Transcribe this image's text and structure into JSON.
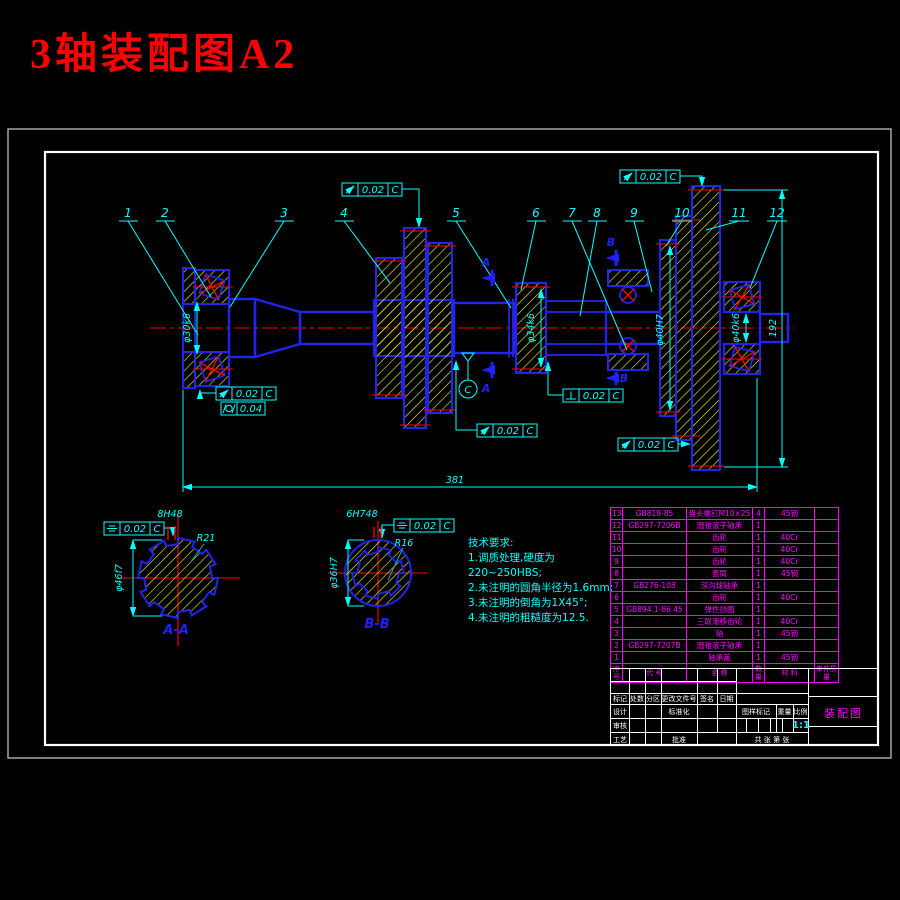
{
  "title": {
    "text": "3轴装配图A2"
  },
  "colors": {
    "outline_blue": "#2323ee",
    "hatch_yellow": "#ffff00",
    "annotation_cyan": "#00ffff",
    "centerline_red": "#ff0000",
    "table_magenta": "#ff00ff",
    "frame_white": "#ffffff",
    "title_red": "#ff0000"
  },
  "main_view": {
    "balloons": [
      "1",
      "2",
      "3",
      "4",
      "5",
      "6",
      "7",
      "8",
      "9",
      "10",
      "11",
      "12"
    ],
    "cut_a": "A",
    "cut_b": "B",
    "datum": "C"
  },
  "tolerance_frames": [
    {
      "symbol": "circular-runout",
      "value": "0.02",
      "datum": "C"
    },
    {
      "symbol": "circular-runout",
      "value": "0.02",
      "datum": "C"
    },
    {
      "symbol": "circular-runout",
      "value": "0.02",
      "datum": "C"
    },
    {
      "symbol": "cylindricity",
      "value": "0.04",
      "datum": ""
    },
    {
      "symbol": "circular-runout",
      "value": "0.02",
      "datum": "C"
    },
    {
      "symbol": "perpendicularity",
      "value": "0.02",
      "datum": "C"
    },
    {
      "symbol": "circular-runout",
      "value": "0.02",
      "datum": "C"
    },
    {
      "symbol": "symmetry",
      "value": "0.02",
      "datum": "C"
    },
    {
      "symbol": "symmetry",
      "value": "0.02",
      "datum": "C"
    }
  ],
  "dimensions": {
    "overall_length": "381",
    "gear_width": "192",
    "left_seat": "φ30k6",
    "mid_seat": "φ34k6",
    "hub_bore": "φ40H7",
    "right_seat": "φ40k6"
  },
  "section_aa": {
    "label": "A-A",
    "spline": "8H48",
    "radius": "R21",
    "diameter": "φ46f7"
  },
  "section_bb": {
    "label": "B-B",
    "spline": "6H748",
    "radius": "R16",
    "diameter": "φ36H7"
  },
  "tech_requirements": {
    "title": "技术要求:",
    "lines": [
      "1.调质处理,硬度为",
      "220~250HBS;",
      "2.未注明的圆角半径为1.6mm;",
      "3.未注明的倒角为1X45°;",
      "4.未注明的粗糙度为12.5."
    ]
  },
  "parts_list": {
    "headers": {
      "seq": "序号",
      "code": "代 号",
      "name": "名 称",
      "qty": "数量",
      "material": "材 料",
      "mass": "单件质量"
    },
    "rows": [
      {
        "seq": "13",
        "code": "GB818-85",
        "name": "盘头螺钉M10×25",
        "qty": "4",
        "material": "45钢"
      },
      {
        "seq": "12",
        "code": "GB297-7206B",
        "name": "圆锥滚子轴承",
        "qty": "1",
        "material": ""
      },
      {
        "seq": "11",
        "code": "",
        "name": "齿轮",
        "qty": "1",
        "material": "40Cr"
      },
      {
        "seq": "10",
        "code": "",
        "name": "齿轮",
        "qty": "1",
        "material": "40Cr"
      },
      {
        "seq": "9",
        "code": "",
        "name": "齿轮",
        "qty": "1",
        "material": "40Cr"
      },
      {
        "seq": "8",
        "code": "",
        "name": "套筒",
        "qty": "1",
        "material": "45钢"
      },
      {
        "seq": "7",
        "code": "GB276-108",
        "name": "深沟球轴承",
        "qty": "1",
        "material": ""
      },
      {
        "seq": "6",
        "code": "",
        "name": "齿轮",
        "qty": "1",
        "material": "40Cr"
      },
      {
        "seq": "5",
        "code": "GB894.1-86 45",
        "name": "弹性挡圈",
        "qty": "1",
        "material": ""
      },
      {
        "seq": "4",
        "code": "",
        "name": "三联滑移齿轮",
        "qty": "1",
        "material": "40Cr"
      },
      {
        "seq": "3",
        "code": "",
        "name": "轴",
        "qty": "1",
        "material": "45钢"
      },
      {
        "seq": "2",
        "code": "GB297-7207B",
        "name": "圆锥滚子轴承",
        "qty": "1",
        "material": ""
      },
      {
        "seq": "1",
        "code": "",
        "name": "轴承盖",
        "qty": "1",
        "material": "45钢"
      }
    ]
  },
  "title_block": {
    "rev_headers": [
      "标记",
      "处数",
      "分区",
      "更改文件号",
      "签名",
      "日期"
    ],
    "design": "设计",
    "standardize": "标准化",
    "audit": "审核",
    "process": "工艺",
    "approve": "批准",
    "mark_label": "图样标记",
    "weight_label": "重量",
    "scale_label": "比例",
    "scale_value": "1:1",
    "sheet_info": "共  张  第  张",
    "drawing_name": "装配图"
  }
}
